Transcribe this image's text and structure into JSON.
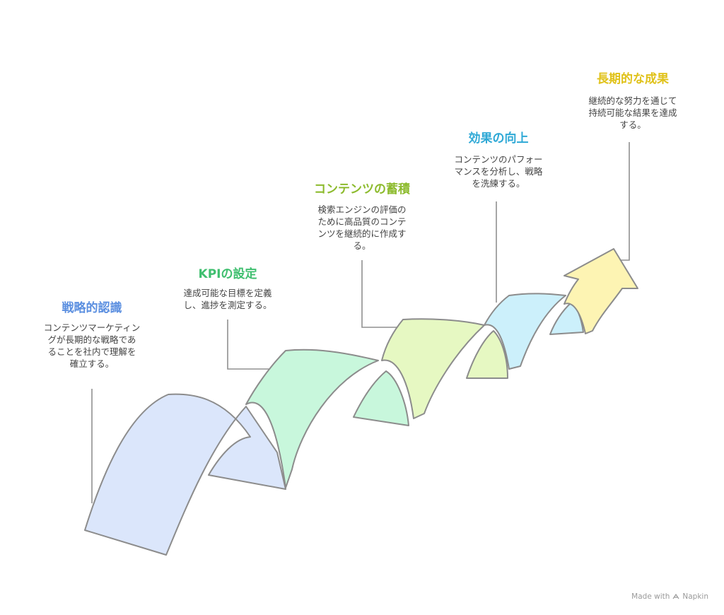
{
  "steps": [
    {
      "title": "戦略的認識",
      "description": "コンテンツマーケティン\nグが長期的な戦略であ\nることを社内で理解を\n確立する。",
      "color": "#5b8fe0",
      "fill": "#dbe6fb"
    },
    {
      "title": "KPIの設定",
      "description": "達成可能な目標を定義\nし、進捗を測定する。",
      "color": "#3fbf6f",
      "fill": "#c8f7dc"
    },
    {
      "title": "コンテンツの蓄積",
      "description": "検索エンジンの評価の\nために高品質のコンテ\nンツを継続的に作成す\nる。",
      "color": "#8dbb2e",
      "fill": "#e6f8c2"
    },
    {
      "title": "効果の向上",
      "description": "コンテンツのパフォー\nマンスを分析し、戦略\nを洗練する。",
      "color": "#2fa9d6",
      "fill": "#ccf0fb"
    },
    {
      "title": "長期的な成果",
      "description": "継続的な努力を通じて\n持続可能な結果を達成\nする。",
      "color": "#e0c21a",
      "fill": "#fdf4b3"
    }
  ],
  "footer": {
    "made_with": "Made with",
    "brand": "Napkin"
  },
  "icons": {
    "footer": "napkin-logo-icon"
  }
}
